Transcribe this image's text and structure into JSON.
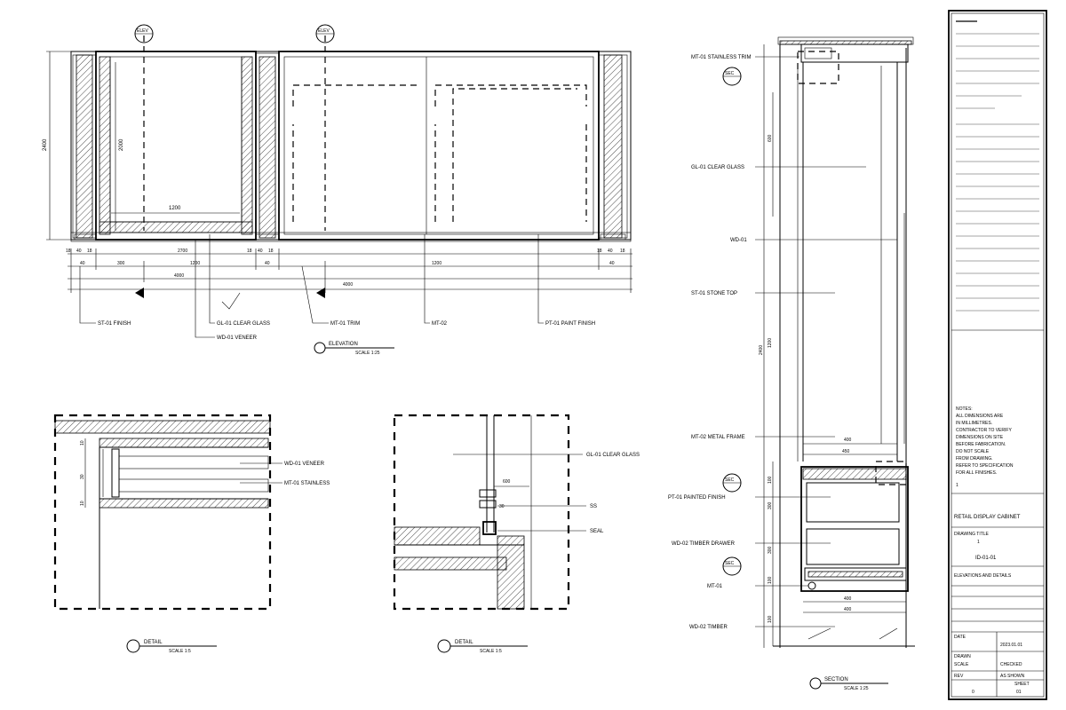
{
  "tags": {
    "elev_a": "ELEV",
    "elev_b": "ELEV",
    "sec_1": "SEC",
    "sec_2": "SEC",
    "sec_3": "SEC"
  },
  "elevation": {
    "height_dim": "2400",
    "inner_height_dim": "2000",
    "inner_width_dim": "1200",
    "bottom_dims_row1": [
      "18",
      "40",
      "18",
      "2700",
      "18",
      "40",
      "18",
      "18",
      "40",
      "18"
    ],
    "bottom_dims_row2": [
      "40",
      "300",
      "1200",
      "40",
      "1200",
      "40"
    ],
    "bottom_dims_row3": [
      "4000",
      "4000"
    ],
    "callouts": [
      "ST-01 FINISH",
      "GL-01 CLEAR GLASS",
      "WD-01 VENEER",
      "MT-01 TRIM",
      "MT-02",
      "PT-01 PAINT FINISH"
    ],
    "title": "ELEVATION",
    "scale": "SCALE 1:25"
  },
  "detail1": {
    "dims": [
      "10",
      "30",
      "10"
    ],
    "callouts": [
      "WD-01 VENEER",
      "MT-01 STAINLESS"
    ],
    "title": "DETAIL",
    "scale": "SCALE 1:5"
  },
  "detail2": {
    "dims": [
      "600",
      "30"
    ],
    "callouts": [
      "GL-01 CLEAR GLASS",
      "SS",
      "SEAL"
    ],
    "title": "DETAIL",
    "scale": "SCALE 1:5"
  },
  "section": {
    "vdims": [
      "2400",
      "1200",
      "600",
      "300",
      "100",
      "300",
      "100",
      "100"
    ],
    "hdims": [
      "400",
      "450",
      "400",
      "400"
    ],
    "callouts": [
      "MT-01 STAINLESS TRIM",
      "GL-01 CLEAR GLASS",
      "WD-01",
      "ST-01 STONE TOP",
      "MT-02 METAL FRAME",
      "PT-01 PAINTED FINISH",
      "WD-02 TIMBER DRAWER",
      "MT-01",
      "WD-02 TIMBER"
    ],
    "title": "SECTION",
    "scale": "SCALE 1:25"
  },
  "titleblock": {
    "notes": [
      "NOTES:",
      "ALL DIMENSIONS ARE",
      "IN MILLIMETRES.",
      "CONTRACTOR TO VERIFY",
      "DIMENSIONS ON SITE",
      "BEFORE FABRICATION.",
      "DO NOT SCALE",
      "FROM DRAWING.",
      "REFER TO SPECIFICATION",
      "FOR ALL FINISHES.",
      "1"
    ],
    "project": "RETAIL DISPLAY CABINET",
    "label1": "DRAWING TITLE",
    "label2": "1",
    "drawing_no": "ID-01-01",
    "desc": "ELEVATIONS AND DETAILS",
    "field_a_label": "DATE",
    "field_a_value": "2023.01.01",
    "field_b_label": "DRAWN",
    "field_b_value": "CHECKED",
    "field_c_label": "SCALE",
    "field_c_value": "AS SHOWN",
    "field_d_label": "REV",
    "field_d_value": "SHEET",
    "rev_value": "0",
    "sheet_value": "01"
  }
}
